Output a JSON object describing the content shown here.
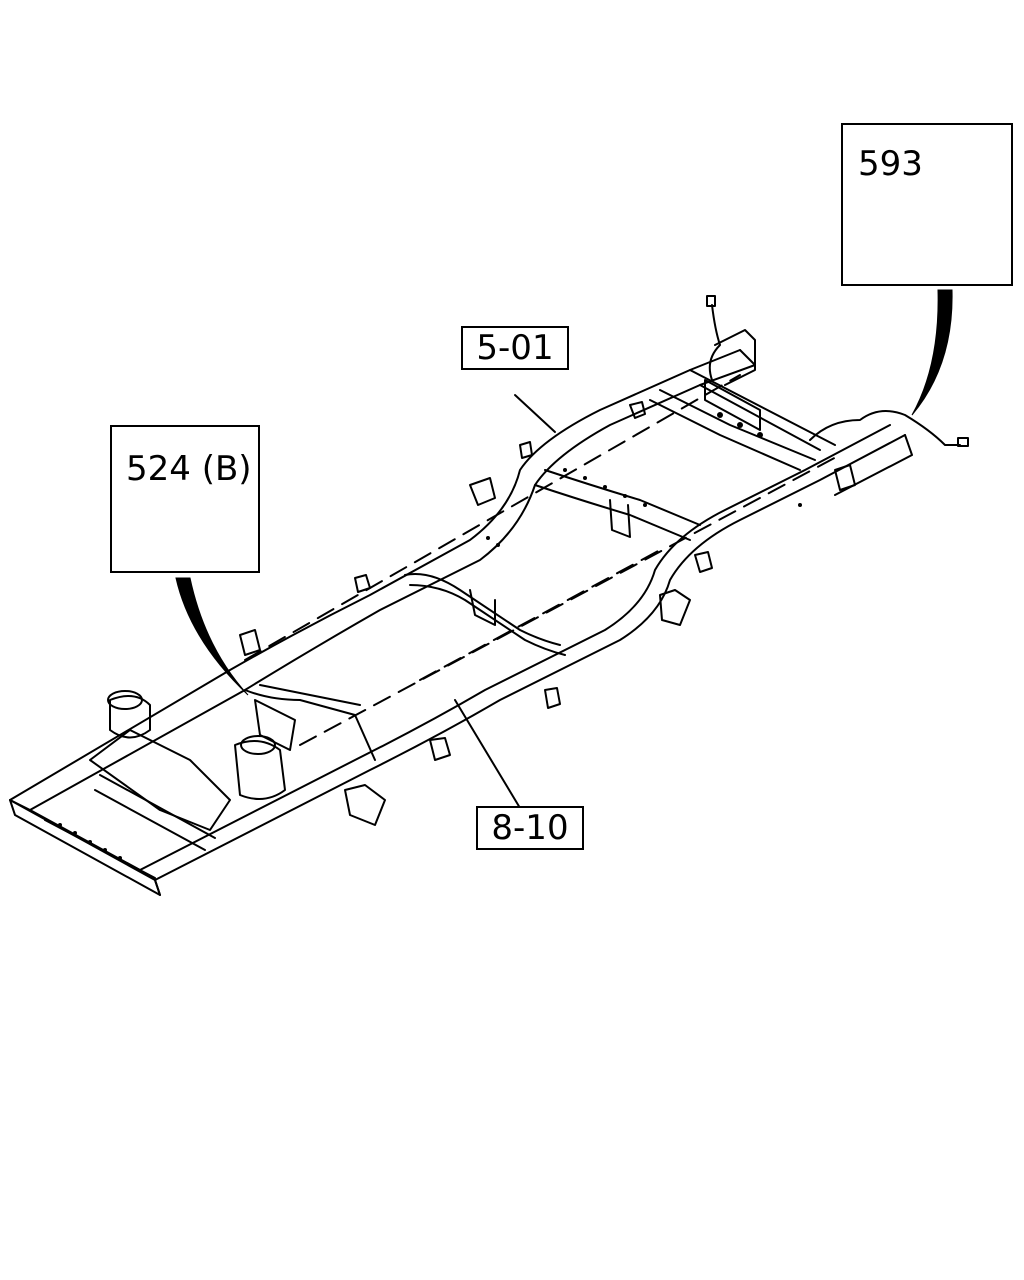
{
  "diagram": {
    "labels": {
      "frame_assembly": "5-01",
      "frame_rear": "8-10"
    },
    "callouts": {
      "nut": "524 (B)",
      "band_clip": "593"
    },
    "colors": {
      "line": "#000000",
      "background": "#ffffff"
    }
  }
}
